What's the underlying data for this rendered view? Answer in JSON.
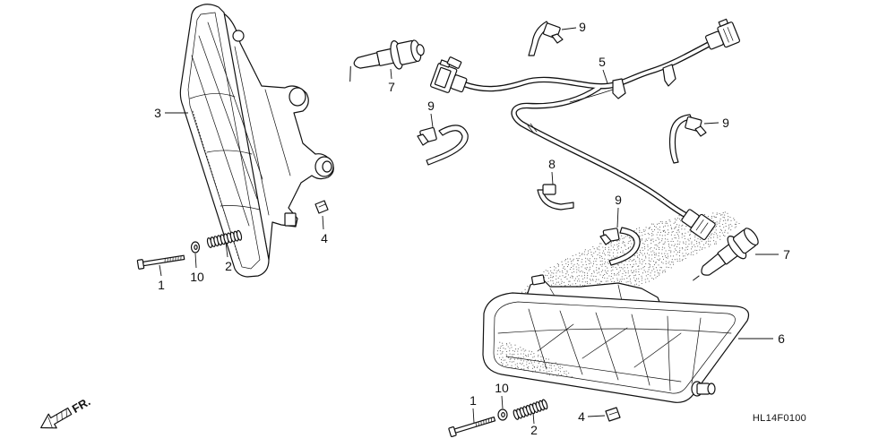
{
  "diagram": {
    "ref_code": "HL14F0100",
    "front_label": "FR.",
    "callouts": {
      "clip_top": "9",
      "bulb_top": "7",
      "harness": "5",
      "left_headlight": "3",
      "clip_left": "9",
      "clip_right": "9",
      "clip_center": "8",
      "clip_lower": "9",
      "nut_left": "4",
      "bulb_right": "7",
      "bolt_left": "1",
      "washer_left": "10",
      "spring_left": "2",
      "right_headlight": "6",
      "bolt_bottom": "1",
      "washer_bottom": "10",
      "spring_bottom": "2",
      "nut_bottom": "4"
    }
  }
}
